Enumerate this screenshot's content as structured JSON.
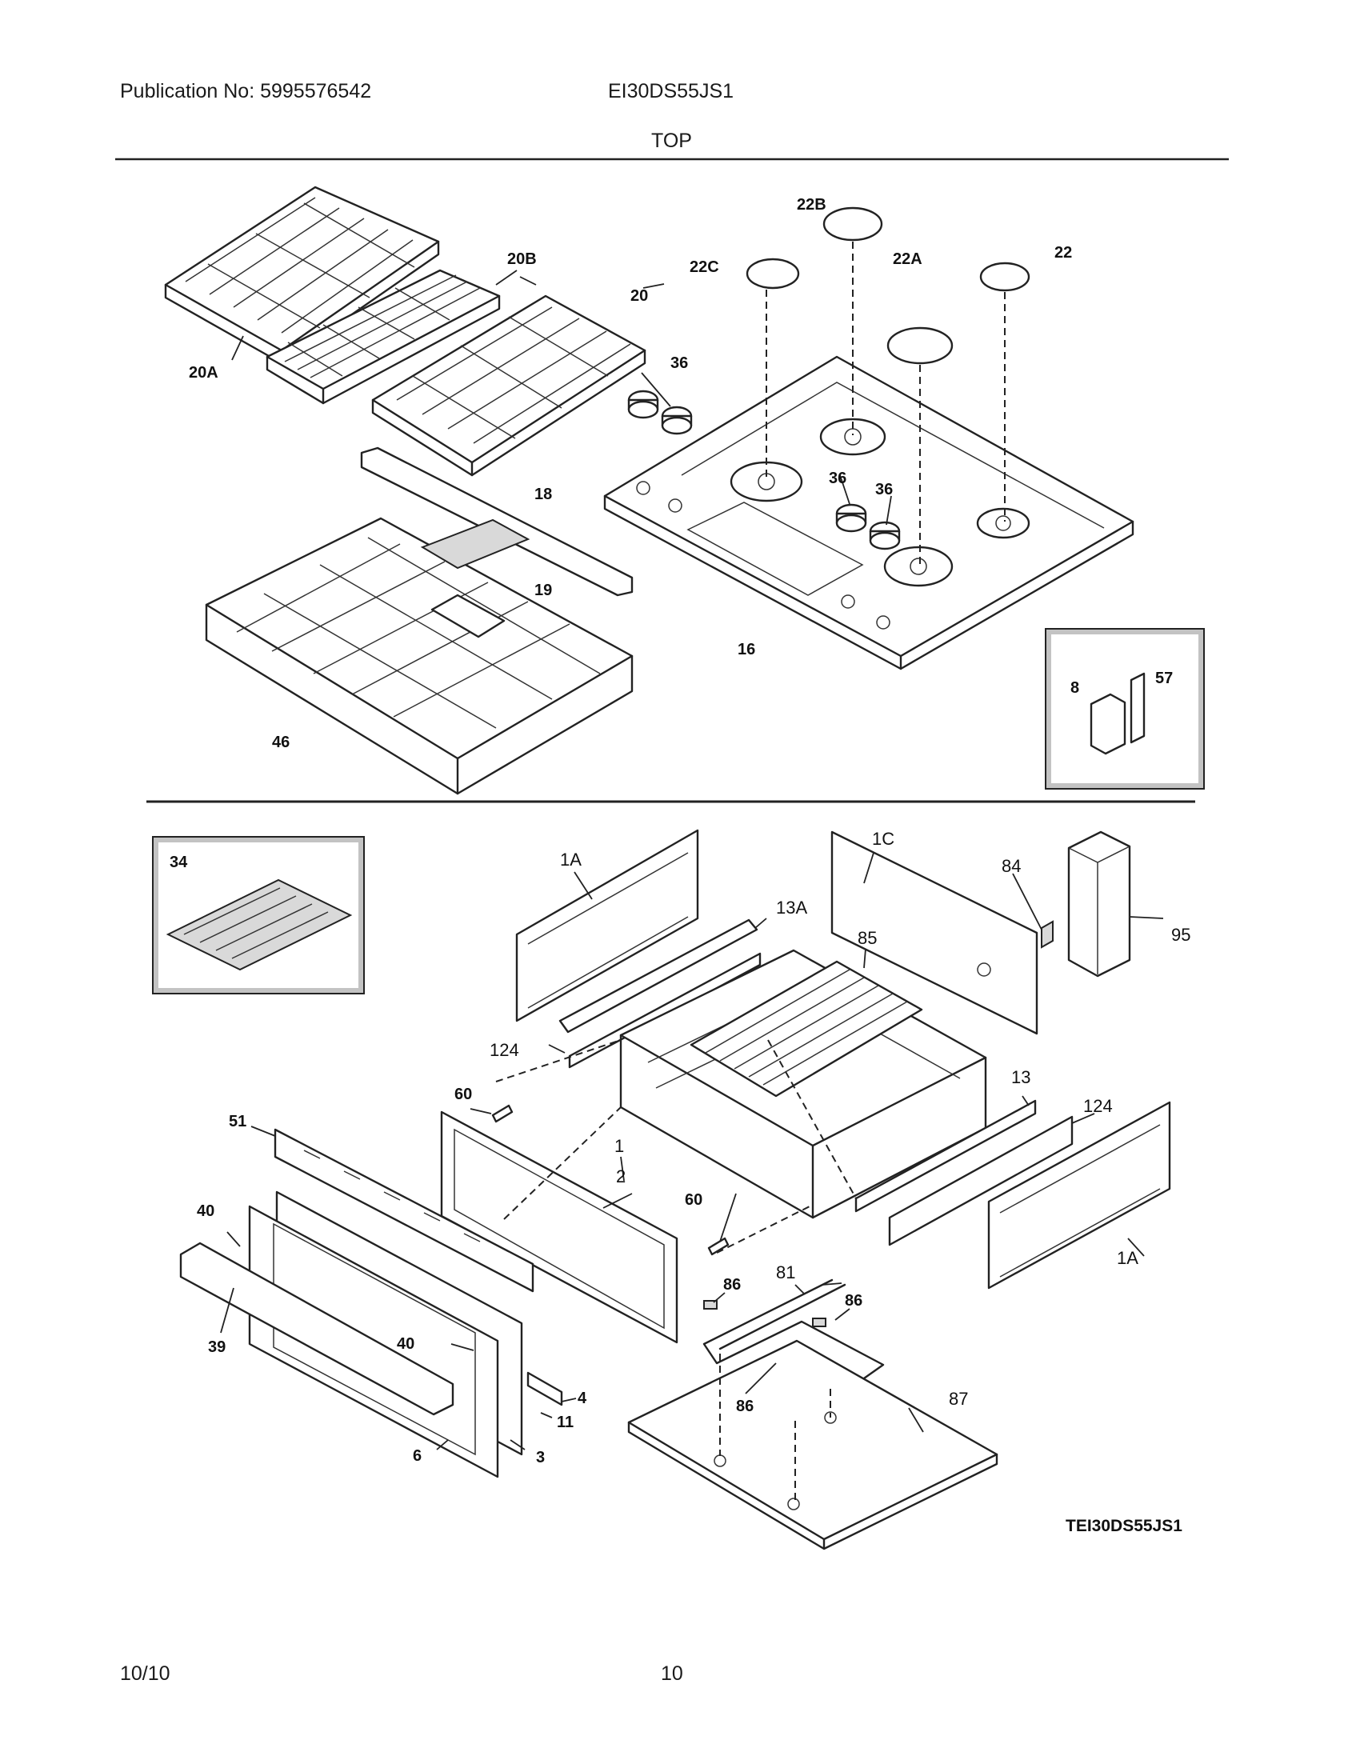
{
  "header": {
    "publication": "Publication No: 5995576542",
    "model": "EI30DS55JS1",
    "section_title": "TOP"
  },
  "footer": {
    "date": "10/10",
    "page_number": "10"
  },
  "diagram_code": "TEI30DS55JS1",
  "top_section": {
    "parts": {
      "grate_right": "20",
      "grate_left": "20A",
      "grate_center": "20B",
      "burner_cap": "22",
      "burner_cap_a": "22A",
      "burner_cap_b": "22B",
      "burner_cap_c": "22C",
      "knob_top_label": "36",
      "knob_mid_a": "36",
      "knob_mid_b": "36",
      "cooktop": "16",
      "trim": "18",
      "heat_shield": "19",
      "burner_box": "46",
      "spark_module": "8",
      "module_bracket": "57"
    }
  },
  "bottom_section": {
    "parts": {
      "griddle": "34",
      "side_panel_left": "1A",
      "back_panel": "1C",
      "slide_left": "13A",
      "cabinet_part": "84",
      "oven_rack": "85",
      "vent_duct": "95",
      "slide_rail_left": "124",
      "screw_left": "60",
      "oven_body": "1",
      "slide_right": "13",
      "slide_rail_right": "124",
      "control_panel": "51",
      "front_frame": "2",
      "screw_right": "60",
      "bracket_top": "40",
      "handle": "39",
      "bracket_bottom": "40",
      "element": "81",
      "clip_a": "86",
      "clip_b": "86",
      "clip_c": "86",
      "side_panel_right": "1A",
      "door_inner": "4",
      "door_gasket": "11",
      "door_liner": "3",
      "door_outer": "6",
      "bottom_cover": "87"
    }
  }
}
